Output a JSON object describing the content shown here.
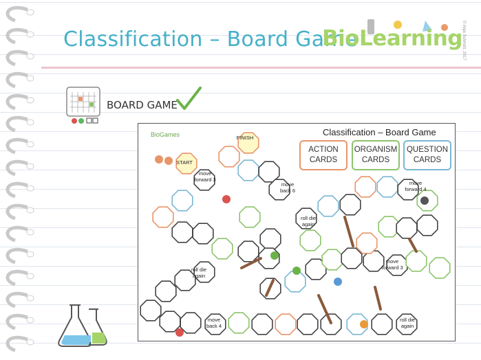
{
  "header": {
    "title": "Classification – Board Game",
    "logo_text": "BioLearning",
    "logo_copyright": "© Anja Schmidt, 2017"
  },
  "item": {
    "label": "BOARD GAME",
    "icon": "board-game-icon",
    "status_icon": "checkmark-icon"
  },
  "board": {
    "title": "Classification – Board Game",
    "brand": "BioGames",
    "cards": {
      "action": "ACTION CARDS",
      "organism": "ORGANISM CARDS",
      "question": "QUESTION CARDS"
    },
    "spaces": {
      "start": "START",
      "finish": "FINISH",
      "move_forward_3_top": "move forward 3",
      "move_back_6": "move back 6",
      "roll_die_again_mid": "roll die again",
      "move_forward_4": "move forward 4",
      "roll_die_again_left": "roll die again",
      "move_forward_3_right": "move forward 3",
      "move_back_4": "move back 4",
      "roll_die_again_bottom": "roll die again"
    }
  },
  "colors": {
    "title": "#46b0c8",
    "action_border": "#e8956a",
    "organism_border": "#8cc46a",
    "question_border": "#7ab7d4",
    "line_pink": "#efc3cf"
  }
}
